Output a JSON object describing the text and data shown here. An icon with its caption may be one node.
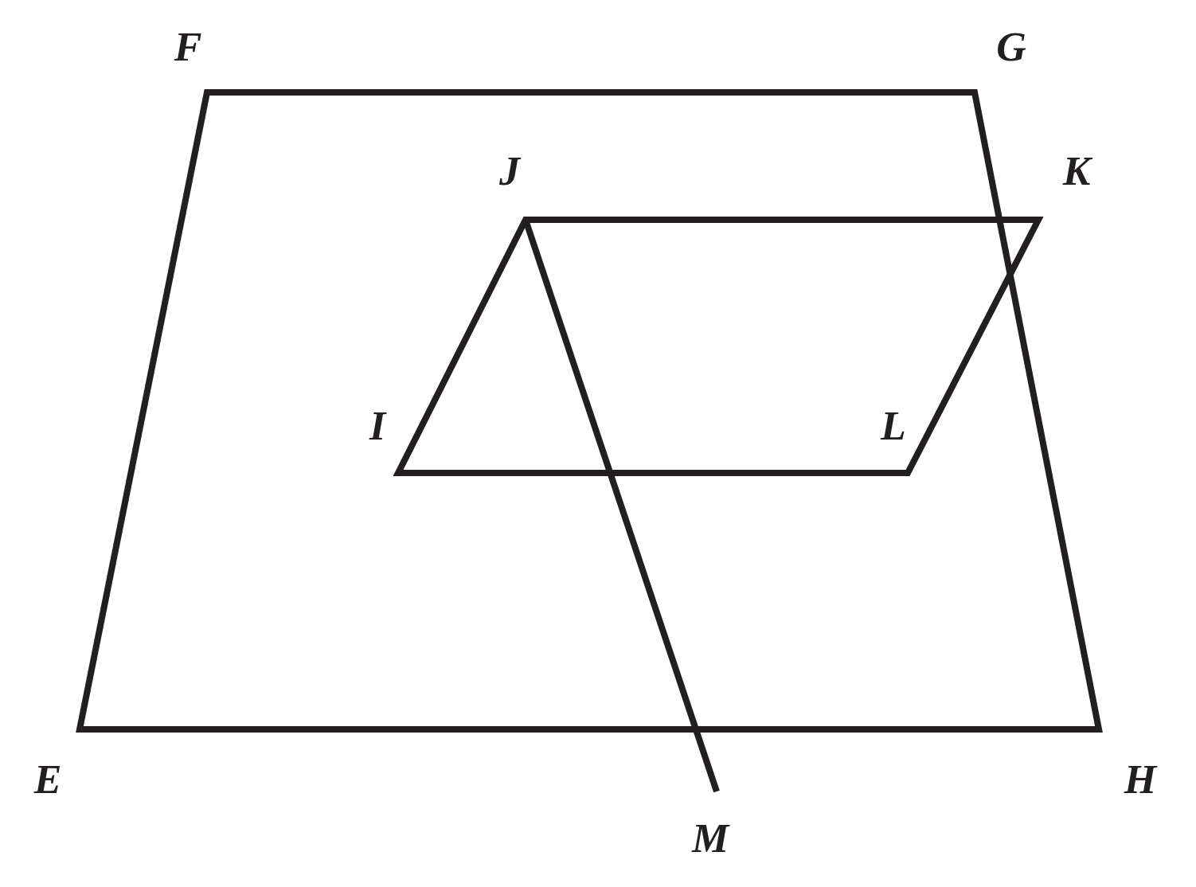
{
  "diagram": {
    "labels": [
      "F",
      "G",
      "J",
      "K",
      "I",
      "L",
      "E",
      "H",
      "M"
    ]
  }
}
